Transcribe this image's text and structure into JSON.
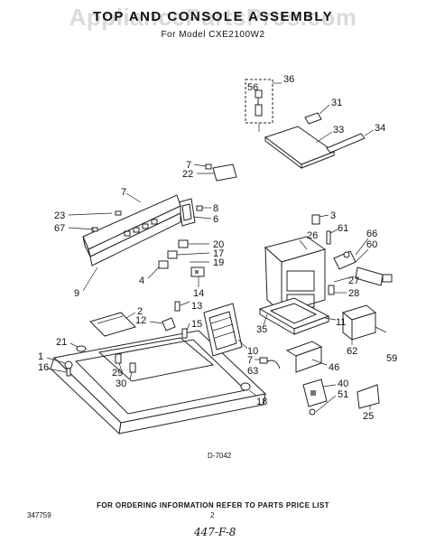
{
  "header": {
    "watermark": "AppliancePartsPros.com",
    "title": "TOP AND CONSOLE ASSEMBLY",
    "subtitle": "For Model CXE2100W2"
  },
  "diagram_code": "D-7042",
  "footer": {
    "note": "FOR ORDERING INFORMATION REFER TO PARTS PRICE LIST",
    "page_number": "2",
    "catalog_number": "347759",
    "handwritten": "447-F-8"
  },
  "callouts": [
    {
      "id": "c36",
      "label": "36"
    },
    {
      "id": "c56",
      "label": "56"
    },
    {
      "id": "c31",
      "label": "31"
    },
    {
      "id": "c33",
      "label": "33"
    },
    {
      "id": "c34",
      "label": "34"
    },
    {
      "id": "c7a",
      "label": "7"
    },
    {
      "id": "c22",
      "label": "22"
    },
    {
      "id": "c7b",
      "label": "7"
    },
    {
      "id": "c8",
      "label": "8"
    },
    {
      "id": "c6",
      "label": "6"
    },
    {
      "id": "c23",
      "label": "23"
    },
    {
      "id": "c67",
      "label": "67"
    },
    {
      "id": "c3",
      "label": "3"
    },
    {
      "id": "c26",
      "label": "26"
    },
    {
      "id": "c61",
      "label": "61"
    },
    {
      "id": "c66",
      "label": "66"
    },
    {
      "id": "c60",
      "label": "60"
    },
    {
      "id": "c20",
      "label": "20"
    },
    {
      "id": "c17",
      "label": "17"
    },
    {
      "id": "c19",
      "label": "19"
    },
    {
      "id": "c4",
      "label": "4"
    },
    {
      "id": "c9",
      "label": "9"
    },
    {
      "id": "c14",
      "label": "14"
    },
    {
      "id": "c27",
      "label": "27"
    },
    {
      "id": "c28",
      "label": "28"
    },
    {
      "id": "c13",
      "label": "13"
    },
    {
      "id": "c2",
      "label": "2"
    },
    {
      "id": "c12",
      "label": "12"
    },
    {
      "id": "c15",
      "label": "15"
    },
    {
      "id": "c11",
      "label": "11"
    },
    {
      "id": "c35",
      "label": "35"
    },
    {
      "id": "c21",
      "label": "21"
    },
    {
      "id": "c1",
      "label": "1"
    },
    {
      "id": "c16",
      "label": "16"
    },
    {
      "id": "c29",
      "label": "29"
    },
    {
      "id": "c30",
      "label": "30"
    },
    {
      "id": "c10",
      "label": "10"
    },
    {
      "id": "c62",
      "label": "62"
    },
    {
      "id": "c59",
      "label": "59"
    },
    {
      "id": "c7c",
      "label": "7"
    },
    {
      "id": "c63",
      "label": "63"
    },
    {
      "id": "c46",
      "label": "46"
    },
    {
      "id": "c18",
      "label": "18"
    },
    {
      "id": "c40",
      "label": "40"
    },
    {
      "id": "c51",
      "label": "51"
    },
    {
      "id": "c25",
      "label": "25"
    }
  ]
}
